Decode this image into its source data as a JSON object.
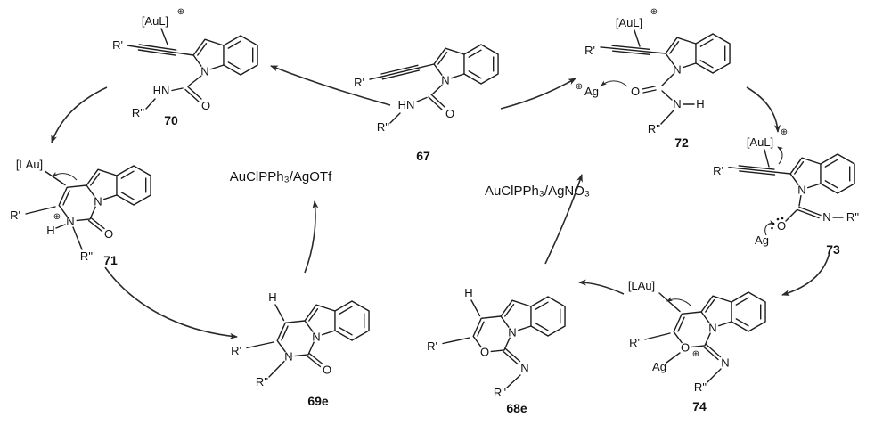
{
  "figure": {
    "type": "reaction-mechanism-diagram",
    "description": "Dual gold/silver-catalyzed cyclization mechanism of 2-alkynylindole carbamides"
  },
  "catalysts": {
    "left": "AuClPPh₃/AgOTf",
    "right": "AuClPPh₃/AgNO₃"
  },
  "compounds": {
    "c67": {
      "number": "67",
      "r_prime": "R'",
      "ring_n": "N",
      "amide_hn": "HN",
      "r_double_prime": "R''",
      "carbonyl_o": "O"
    },
    "c70": {
      "number": "70",
      "gold": "[AuL]",
      "charge": "⊕",
      "r_prime": "R'",
      "ring_n": "N",
      "amide_hn": "HN",
      "r_double_prime": "R''",
      "carbonyl_o": "O"
    },
    "c71": {
      "number": "71",
      "gold": "[LAu]",
      "r_prime": "R'",
      "ring_n": "N",
      "n_h": "H",
      "charge": "⊕",
      "r_double_prime": "R''",
      "fused_n": "N",
      "carbonyl_o": "O"
    },
    "c69e": {
      "number": "69e",
      "h": "H",
      "r_prime": "R'",
      "ring_n": "N",
      "r_double_prime": "R''",
      "fused_n": "N",
      "carbonyl_o": "O"
    },
    "c68e": {
      "number": "68e",
      "h": "H",
      "r_prime": "R'",
      "ring_o": "O",
      "fused_n": "N",
      "imine_n": "N",
      "r_double_prime": "R''"
    },
    "c72": {
      "number": "72",
      "gold": "[AuL]",
      "charge": "⊕",
      "r_prime": "R'",
      "silver": "Ag",
      "silver_charge": "⊕",
      "carbonyl_o": "O",
      "ring_n": "N",
      "amide_n": "N",
      "amide_h": "H",
      "r_double_prime": "R''"
    },
    "c73": {
      "number": "73",
      "gold": "[AuL]",
      "charge": "⊕",
      "r_prime": "R'",
      "ring_n": "N",
      "carbonyl_o": "O",
      "silver": "Ag",
      "imine_n": "N",
      "r_double_prime": "R''"
    },
    "c74": {
      "number": "74",
      "gold": "[LAu]",
      "r_prime": "R'",
      "ring_o": "O",
      "charge": "⊕",
      "silver": "Ag",
      "fused_n": "N",
      "imine_n": "N",
      "r_double_prime": "R''"
    }
  }
}
